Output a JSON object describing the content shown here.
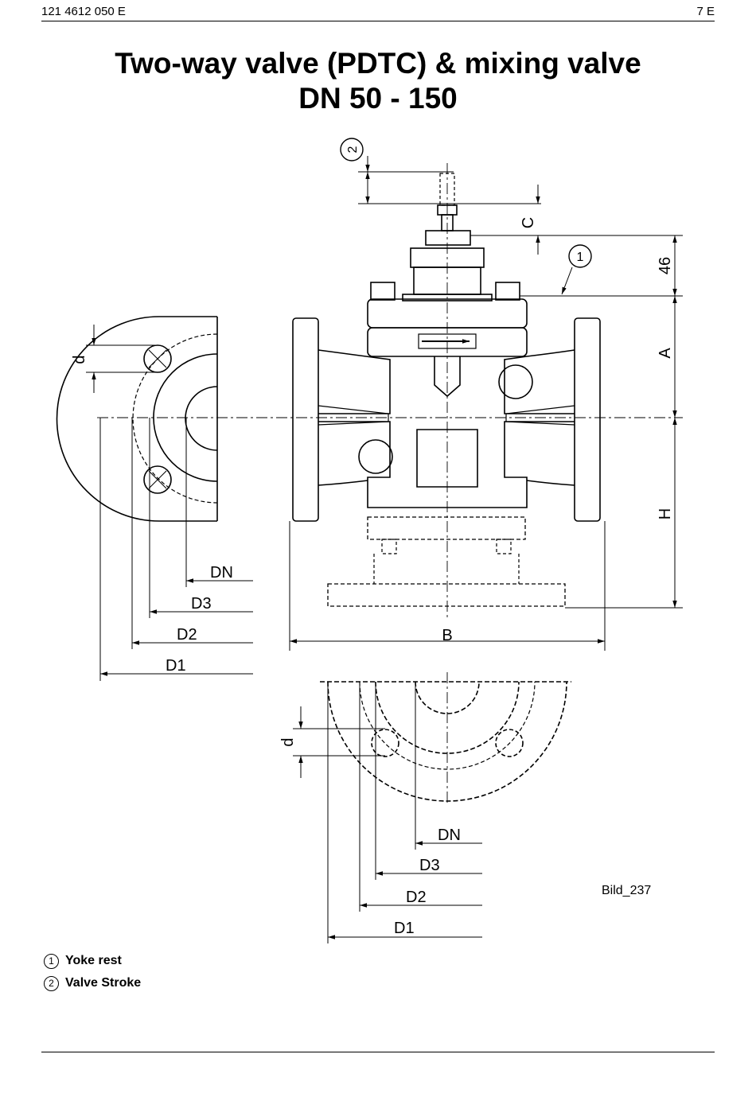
{
  "header": {
    "doc_id": "121 4612 050 E",
    "page": "7 E"
  },
  "title": {
    "line1": "Two-way valve (PDTC) & mixing valve",
    "line2": "DN 50 - 150"
  },
  "drawing": {
    "callout_1": "1",
    "callout_2": "2",
    "dim_c": "C",
    "dim_46": "46",
    "dim_a": "A",
    "dim_h": "H",
    "dim_b": "B",
    "side_dn": "DN",
    "side_d3": "D3",
    "side_d2": "D2",
    "side_d1": "D1",
    "side_d": "d",
    "bottom_dn": "DN",
    "bottom_d3": "D3",
    "bottom_d2": "D2",
    "bottom_d1": "D1",
    "bottom_d": "d",
    "figure_ref": "Bild_237"
  },
  "legend": {
    "items": [
      {
        "marker": "1",
        "text": "Yoke rest"
      },
      {
        "marker": "2",
        "text": "Valve Stroke"
      }
    ]
  }
}
